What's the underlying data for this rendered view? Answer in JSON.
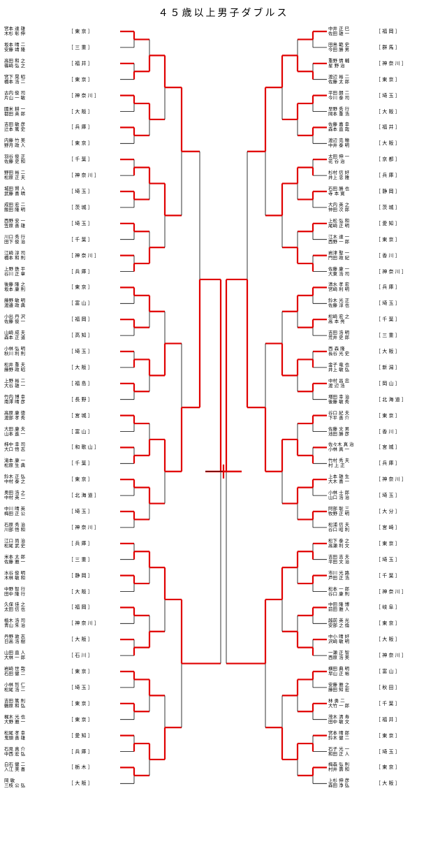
{
  "title": "４５歳以上男子ダブルス",
  "left": [
    {
      "n1": "宮本 達 雄",
      "n2": "木杉 彰 伸",
      "pref": "東 京"
    },
    {
      "n1": "坂本 晴 二",
      "n2": "安藤 靖 隆",
      "pref": "三 重"
    },
    {
      "n1": "高田 和 之",
      "n2": "篠崎 弘 之",
      "pref": "福 井"
    },
    {
      "n1": "宮下 晃 昭",
      "n2": "橋本 浩 二",
      "pref": "東 京"
    },
    {
      "n1": "古内 俊 司",
      "n2": "片山 一 敏",
      "pref": "神 奈 川"
    },
    {
      "n1": "國米 耕 一",
      "n2": "都田 英 郎",
      "pref": "大 阪"
    },
    {
      "n1": "吉田 敏 彦",
      "n2": "辻本 篤 史",
      "pref": "兵 庫"
    },
    {
      "n1": "内藤 竹 美",
      "n2": "野月 政 人",
      "pref": "東 京"
    },
    {
      "n1": "羽谷 俊 正",
      "n2": "佐藤 史 和",
      "pref": "千 葉"
    },
    {
      "n1": "野田 裕 二",
      "n2": "松原 正 夫",
      "pref": "神 奈 川"
    },
    {
      "n1": "城田 賢 人",
      "n2": "武藤 喜 晴",
      "pref": "埼 玉"
    },
    {
      "n1": "成田 宏 二",
      "n2": "飯田 隆 明",
      "pref": "茨 城"
    },
    {
      "n1": "西野 安 一",
      "n2": "笠原 善 雄",
      "pref": "埼 玉"
    },
    {
      "n1": "川口 秀 行",
      "n2": "田下 俊 治",
      "pref": "千 葉"
    },
    {
      "n1": "江崎 淳 司",
      "n2": "橋本 和 則",
      "pref": "神 奈 川"
    },
    {
      "n1": "上野 鉄 平",
      "n2": "谷川 正 章",
      "pref": "兵 庫"
    },
    {
      "n1": "後藤 隆 之",
      "n2": "坂本 康 則",
      "pref": "東 京"
    },
    {
      "n1": "藤野 敏 明",
      "n2": "渡邉 政 典",
      "pref": "富 山"
    },
    {
      "n1": "小出 丹 沢",
      "n2": "佐藤 俊 一",
      "pref": "福 岡"
    },
    {
      "n1": "山崎 成 夫",
      "n2": "森本 正 道",
      "pref": "高 知"
    },
    {
      "n1": "小林 弘 明",
      "n2": "秋川 利 則",
      "pref": "埼 玉"
    },
    {
      "n1": "松井 重 夫",
      "n2": "藤野 政 昭",
      "pref": "大 阪"
    },
    {
      "n1": "上野 裕 二",
      "n2": "大谷 雄 一",
      "pref": "福 島"
    },
    {
      "n1": "竹内 博 幸",
      "n2": "南澤 晴 彦",
      "pref": "長 野"
    },
    {
      "n1": "高原 康 徳",
      "n2": "渡部 孝 秀",
      "pref": "宮 城"
    },
    {
      "n1": "大田 康 夫",
      "n2": "山本 進 一",
      "pref": "富 山"
    },
    {
      "n1": "柿中 幸 司",
      "n2": "大口 悟 志",
      "pref": "和 歌 山"
    },
    {
      "n1": "滝本 康 一",
      "n2": "松原 生 典",
      "pref": "千 葉"
    },
    {
      "n1": "鈴木 正 弘",
      "n2": "中村 泰 之",
      "pref": "東 京"
    },
    {
      "n1": "奥田 浩 之",
      "n2": "中村 英 二",
      "pref": "北 海 道"
    },
    {
      "n1": "中川 晴 英",
      "n2": "梅田 正 公",
      "pref": "埼 玉"
    },
    {
      "n1": "石原 秀 治",
      "n2": "川部 悟 和",
      "pref": "神 奈 川"
    },
    {
      "n1": "江口 尚 治",
      "n2": "松尾 武 史",
      "pref": "兵 庫"
    },
    {
      "n1": "米本 太 郎",
      "n2": "佐藤 雅 一",
      "pref": "三 重"
    },
    {
      "n1": "水谷 俊 明",
      "n2": "木林 敏 和",
      "pref": "静 岡"
    },
    {
      "n1": "中野 智 行",
      "n2": "田中 隆 行",
      "pref": "大 阪"
    },
    {
      "n1": "久保 佳 之",
      "n2": "太田 信 也",
      "pref": "福 岡"
    },
    {
      "n1": "植木 浩 司",
      "n2": "青山 朱 治",
      "pref": "神 奈 川"
    },
    {
      "n1": "丹野 敦 志",
      "n2": "日高 浩 樹",
      "pref": "大 阪"
    },
    {
      "n1": "山田 直 人",
      "n2": "大林 一 郎",
      "pref": "石 川"
    },
    {
      "n1": "岩崎 世 哉",
      "n2": "石田 健 二",
      "pref": "東 京"
    },
    {
      "n1": "小林 哲 仁",
      "n2": "松尾 浩 二",
      "pref": "埼 玉"
    },
    {
      "n1": "吉田 篤 則",
      "n2": "鶴原 和 弘",
      "pref": "東 京"
    },
    {
      "n1": "梶木 光 也",
      "n2": "大野 雅 一",
      "pref": "東 京"
    },
    {
      "n1": "松尾 孝 幸",
      "n2": "鬼頭 善 雄",
      "pref": "愛 知"
    },
    {
      "n1": "石見 真 介",
      "n2": "中西 宏 弘",
      "pref": "兵 庫"
    },
    {
      "n1": "白石 健 二",
      "n2": "入江 美 喜",
      "pref": "栃 木"
    },
    {
      "n1": "岡 敏",
      "n2": "三枝 公 弘",
      "pref": "大 阪"
    }
  ],
  "right": [
    {
      "n1": "中井 正 巳",
      "n2": "佐田 雄 一",
      "pref": "福 岡"
    },
    {
      "n1": "田島 範 史",
      "n2": "今田 勝 男",
      "pref": "群 馬"
    },
    {
      "n1": "重野 情 輔",
      "n2": "星 野 治",
      "pref": "神 奈 川"
    },
    {
      "n1": "渡辺 裕 二",
      "n2": "佐藤 太 郎",
      "pref": "東 京"
    },
    {
      "n1": "平田 朗 二",
      "n2": "今川 泰 司",
      "pref": "埼 玉"
    },
    {
      "n1": "早野 秀 行",
      "n2": "岡本 重 浩",
      "pref": "大 阪"
    },
    {
      "n1": "佐藤 嘉 幸",
      "n2": "森本 直 哉",
      "pref": "福 井"
    },
    {
      "n1": "渡辺 完 穂",
      "n2": "中井 泰 明",
      "pref": "大 阪"
    },
    {
      "n1": "太田 伸 一",
      "n2": "花 谷 治",
      "pref": "京 都"
    },
    {
      "n1": "杉村 信 好",
      "n2": "井上 忠 雅",
      "pref": "兵 庫"
    },
    {
      "n1": "石田 勝 也",
      "n2": "寺 本 寛",
      "pref": "静 岡"
    },
    {
      "n1": "大内 英 之",
      "n2": "仲田 次 郎",
      "pref": "茨 城"
    },
    {
      "n1": "上松 弘 和",
      "n2": "尾崎 正 明",
      "pref": "愛 知"
    },
    {
      "n1": "江木 達 一",
      "n2": "西野 一 郎",
      "pref": "東 京"
    },
    {
      "n1": "岩津 聖 一",
      "n2": "門田 政 紀",
      "pref": "香 川"
    },
    {
      "n1": "佐藤 康 一",
      "n2": "大東 浩 司",
      "pref": "神 奈 川"
    },
    {
      "n1": "清水 孝 宏",
      "n2": "宮崎 利 明",
      "pref": "兵 庫"
    },
    {
      "n1": "鈴木 光 正",
      "n2": "佐藤 淳 也",
      "pref": "埼 玉"
    },
    {
      "n1": "松崎 宏 之",
      "n2": "高 本 亮",
      "pref": "千 葉"
    },
    {
      "n1": "吉田 浩 明",
      "n2": "荒井 史 郎",
      "pref": "三 重"
    },
    {
      "n1": "西 森 隆",
      "n2": "長谷 光 史",
      "pref": "大 阪"
    },
    {
      "n1": "金子 竜 也",
      "n2": "井上 敏 弘",
      "pref": "新 潟"
    },
    {
      "n1": "中村 昌 忠",
      "n2": "渡 辺 浩",
      "pref": "岡 山"
    },
    {
      "n1": "増田 幸 治",
      "n2": "後藤 敏 秀",
      "pref": "北 海 道"
    },
    {
      "n1": "谷口 紀 夫",
      "n2": "下平 善 介",
      "pref": "東 京"
    },
    {
      "n1": "佐藤 文 男",
      "n2": "池田 勝 彦",
      "pref": "香 川"
    },
    {
      "n1": "佐々木 真 治",
      "n2": "小林 真 一",
      "pref": "宮 城"
    },
    {
      "n1": "竹村 秀 夫",
      "n2": "村 上 正",
      "pref": "兵 庫"
    },
    {
      "n1": "上本 雄 生",
      "n2": "大木 喜 一",
      "pref": "神 奈 川"
    },
    {
      "n1": "小林 士 郎",
      "n2": "山口 浩 治",
      "pref": "埼 玉"
    },
    {
      "n1": "阿部 聡 三",
      "n2": "牧野 正 明",
      "pref": "大 分"
    },
    {
      "n1": "松浦 信 夫",
      "n2": "谷口 昭 利",
      "pref": "宮 崎"
    },
    {
      "n1": "松下 泰 之",
      "n2": "高瀬 利 文",
      "pref": "東 京"
    },
    {
      "n1": "吉田 吉 夫",
      "n2": "平田 文 治",
      "pref": "埼 玉"
    },
    {
      "n1": "市川 光 路",
      "n2": "芦田 正 浩",
      "pref": "千 葉"
    },
    {
      "n1": "松本 一 郎",
      "n2": "谷口 康 則",
      "pref": "神 奈 川"
    },
    {
      "n1": "中田 隆 博",
      "n2": "前田 雅 人",
      "pref": "岐 阜"
    },
    {
      "n1": "越前 英 光",
      "n2": "安部 之 倫",
      "pref": "東 京"
    },
    {
      "n1": "中小 晴 好",
      "n2": "沢崎 敏 明",
      "pref": "大 阪"
    },
    {
      "n1": "一瀬 正 智",
      "n2": "西原 浩 美",
      "pref": "神 奈 川"
    },
    {
      "n1": "横田 典 明",
      "n2": "早山 正 裕",
      "pref": "富 山"
    },
    {
      "n1": "安藤 雅 之",
      "n2": "藤田 知 宏",
      "pref": "秋 田"
    },
    {
      "n1": "林 勇 二",
      "n2": "大竹 一 郎",
      "pref": "千 葉"
    },
    {
      "n1": "茂木 清 寿",
      "n2": "田中 敏 文",
      "pref": "福 井"
    },
    {
      "n1": "宮本 晴 郎",
      "n2": "鈴木 健 二",
      "pref": "東 京"
    },
    {
      "n1": "石子 光 一",
      "n2": "和田 正 人",
      "pref": "埼 玉"
    },
    {
      "n1": "梅森 弘 則",
      "n2": "村井 壽 和",
      "pref": "東 京"
    },
    {
      "n1": "上杉 伸 彦",
      "n2": "森田 浄 弘",
      "pref": "大 阪"
    }
  ]
}
